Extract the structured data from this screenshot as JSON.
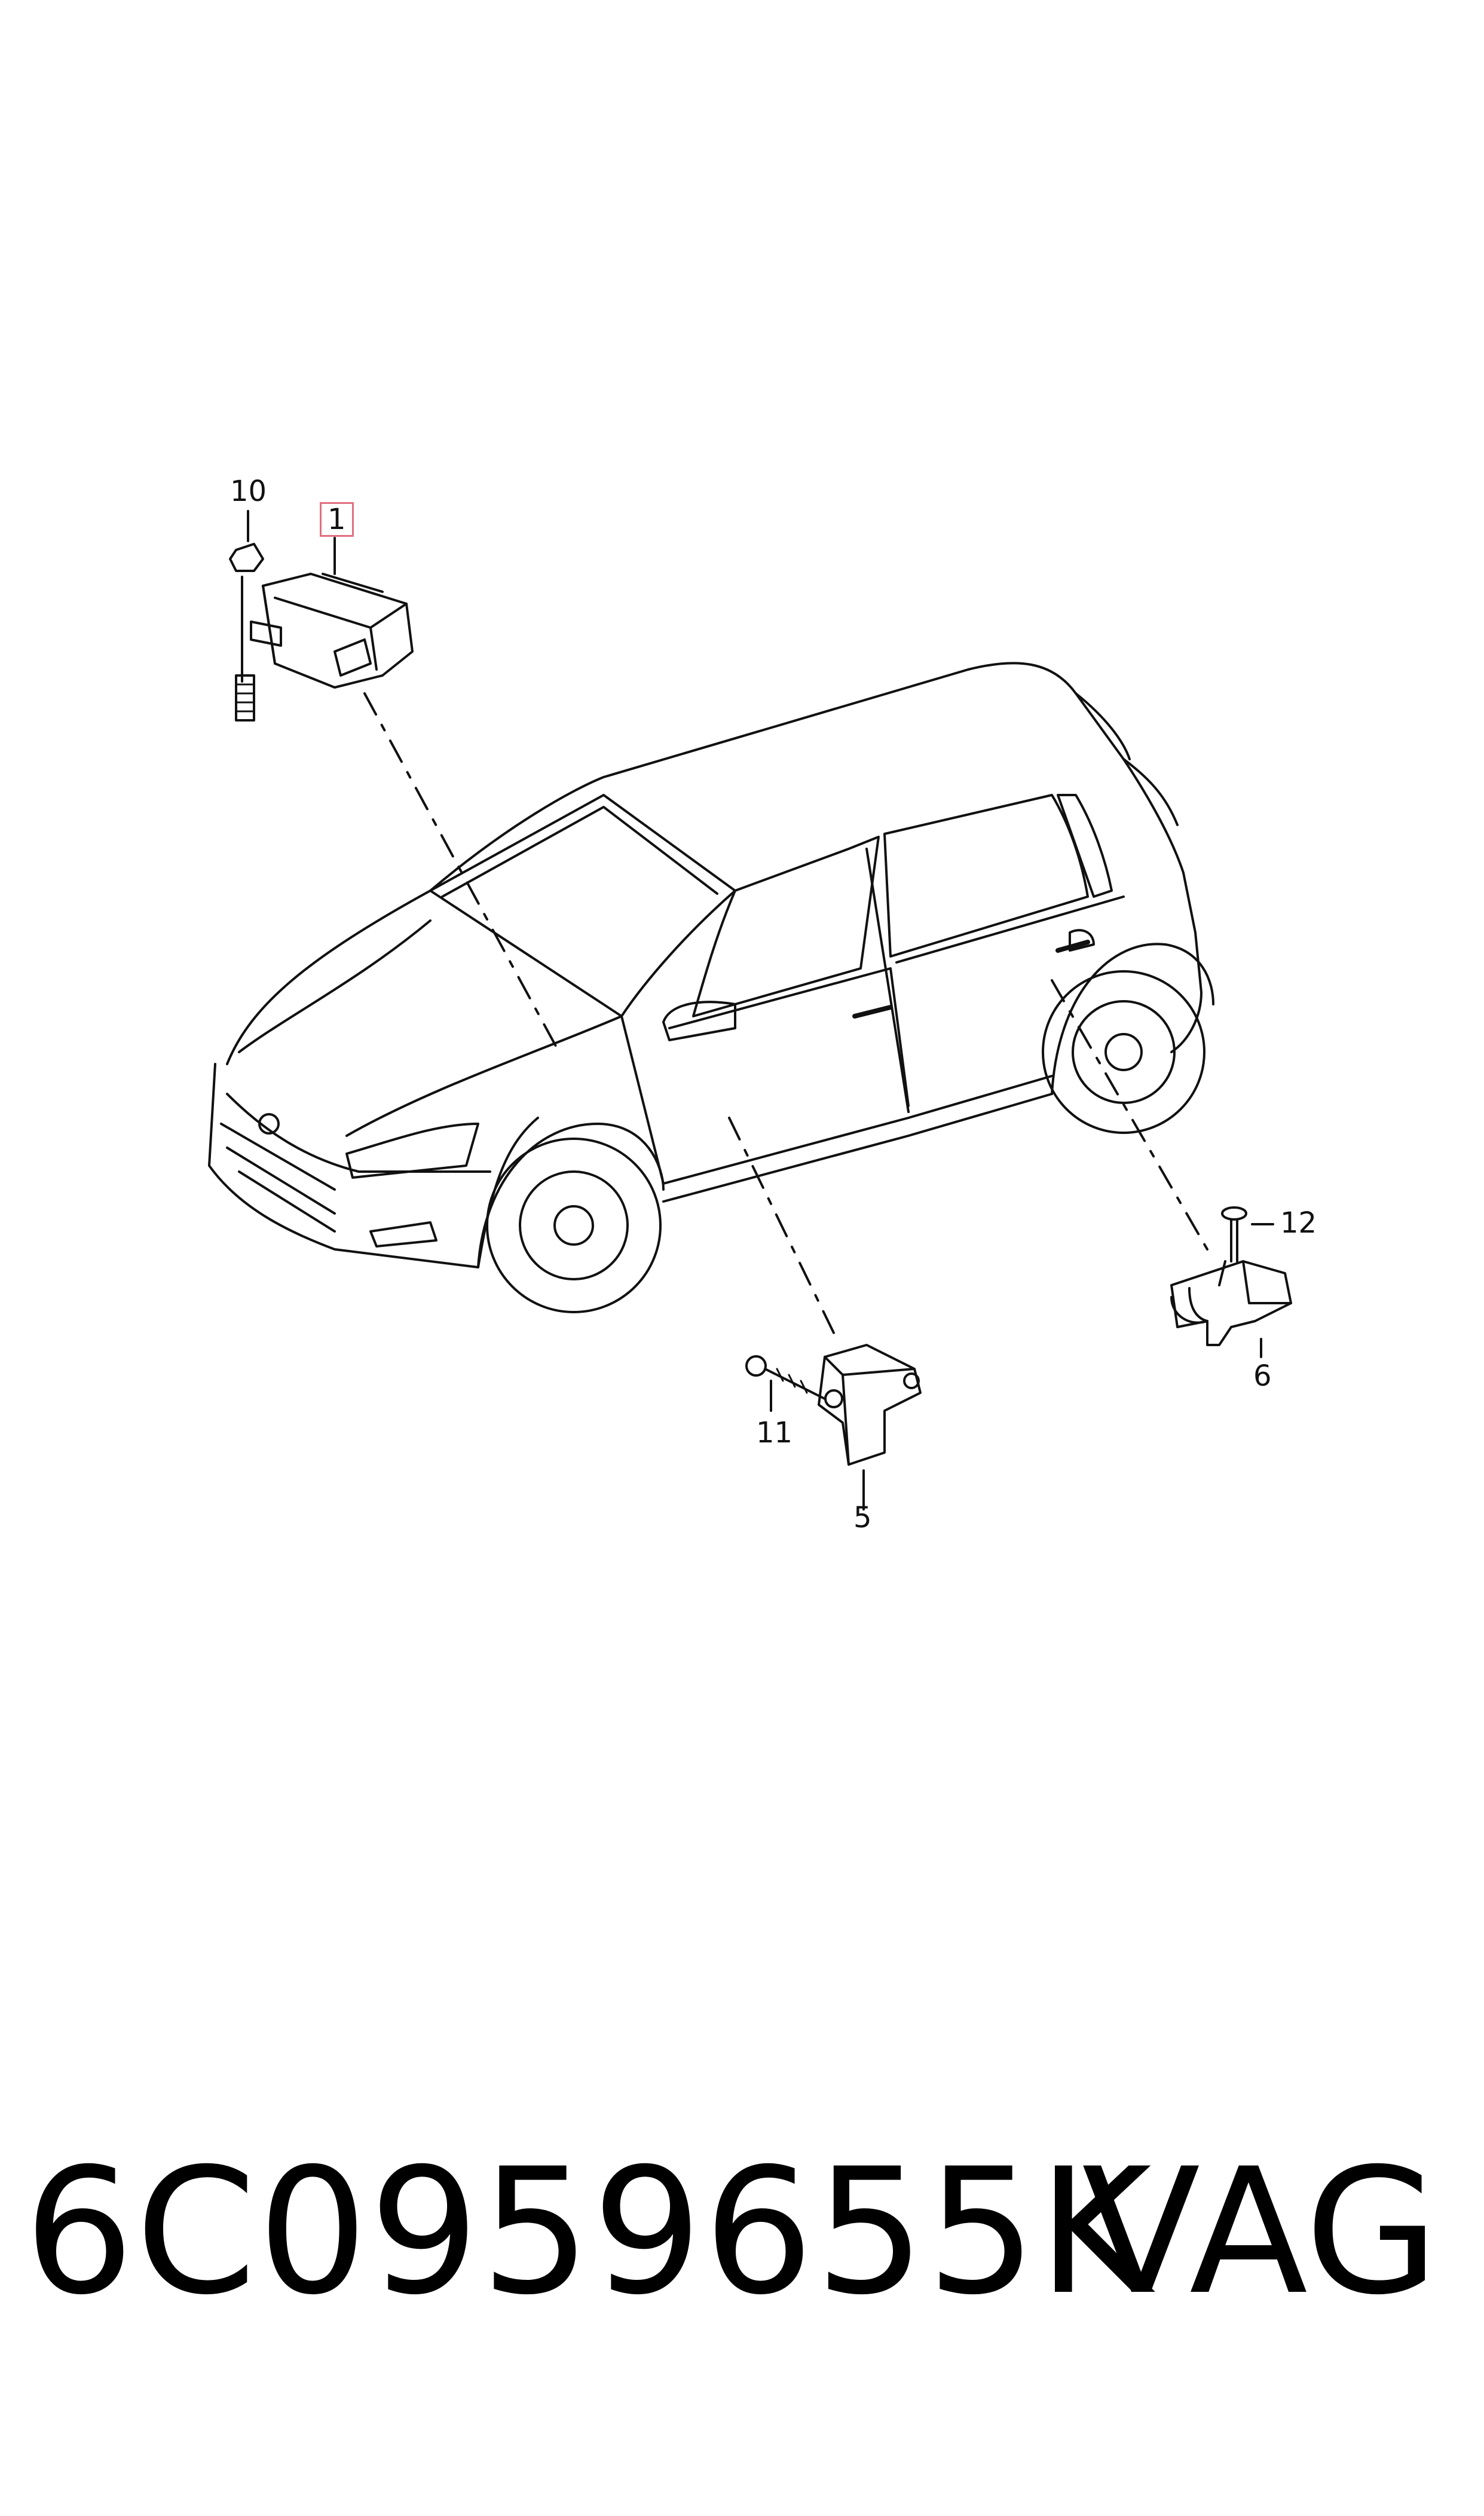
{
  "diagram": {
    "callouts": [
      {
        "id": "10",
        "label": "10"
      },
      {
        "id": "1",
        "label": "1"
      },
      {
        "id": "12",
        "label": "12"
      },
      {
        "id": "6",
        "label": "6"
      },
      {
        "id": "11",
        "label": "11"
      },
      {
        "id": "5",
        "label": "5"
      }
    ]
  },
  "footer": {
    "part_number": "6C0959655K",
    "brand": "VAG"
  },
  "colors": {
    "line": "#111111",
    "highlight_box": "#e07080",
    "background": "#ffffff"
  }
}
